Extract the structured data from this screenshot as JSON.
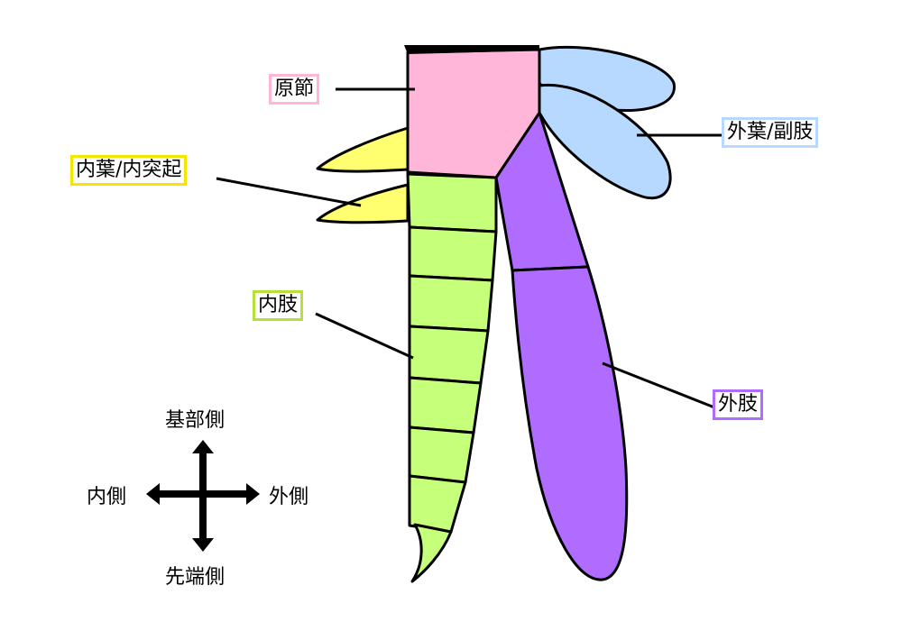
{
  "labels": {
    "protopodite": {
      "text": "原節",
      "color": "#ffb6d9"
    },
    "endite": {
      "text": "内葉/内突起",
      "color": "#f5e600"
    },
    "exite": {
      "text": "外葉/副肢",
      "color": "#b7d9ff"
    },
    "endopod": {
      "text": "内肢",
      "color": "#b8e03a"
    },
    "exopod": {
      "text": "外肢",
      "color": "#b06cff"
    }
  },
  "compass": {
    "up": "基部側",
    "down": "先端側",
    "left": "内側",
    "right": "外側"
  },
  "colors": {
    "protopodite_fill": "#ffb6d9",
    "endite_fill": "#ffff70",
    "exite_fill": "#b7d9ff",
    "endopod_fill": "#c6ff7a",
    "exopod_fill": "#b06cff",
    "outline": "#000000"
  }
}
